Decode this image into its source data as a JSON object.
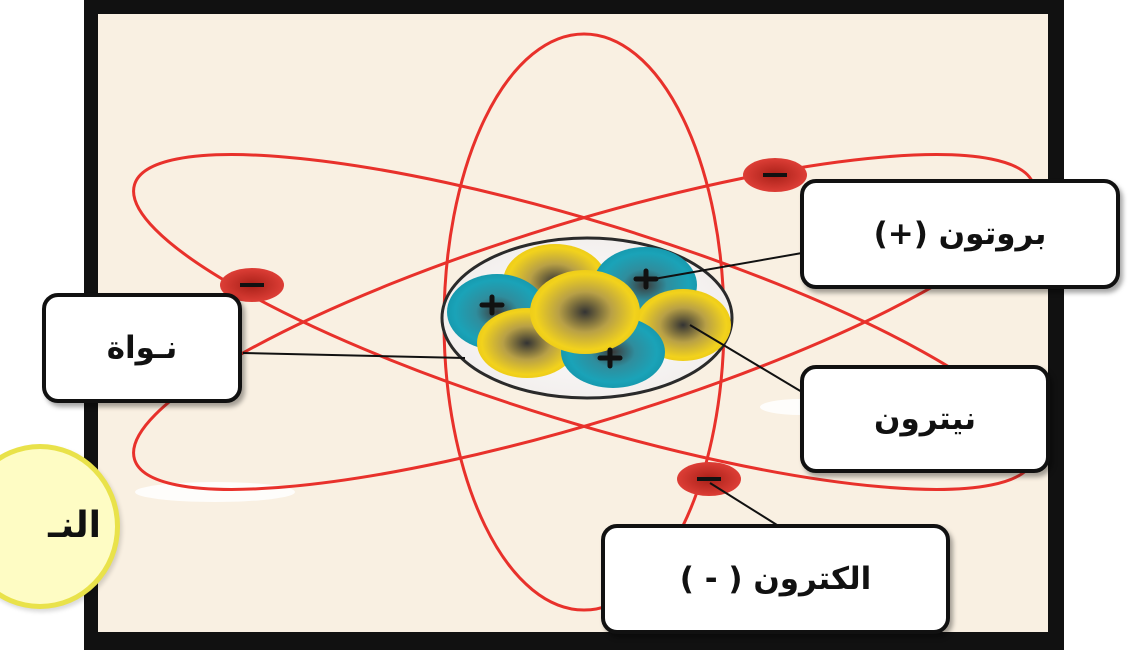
{
  "labels": {
    "proton": "بروتون (+)",
    "nucleus": "نـواة",
    "neutron": "نيترون",
    "electron": "الكترون ( - )"
  },
  "side_text": "النـ",
  "colors": {
    "frame": "#111111",
    "background": "#f9f0e2",
    "orbit": "#e8312b",
    "proton": "#1aa3b8",
    "neutron": "#f2d21c",
    "electron": "#d8302a",
    "bubble_fill": "#fefcc4",
    "bubble_border": "#e9e24a"
  }
}
